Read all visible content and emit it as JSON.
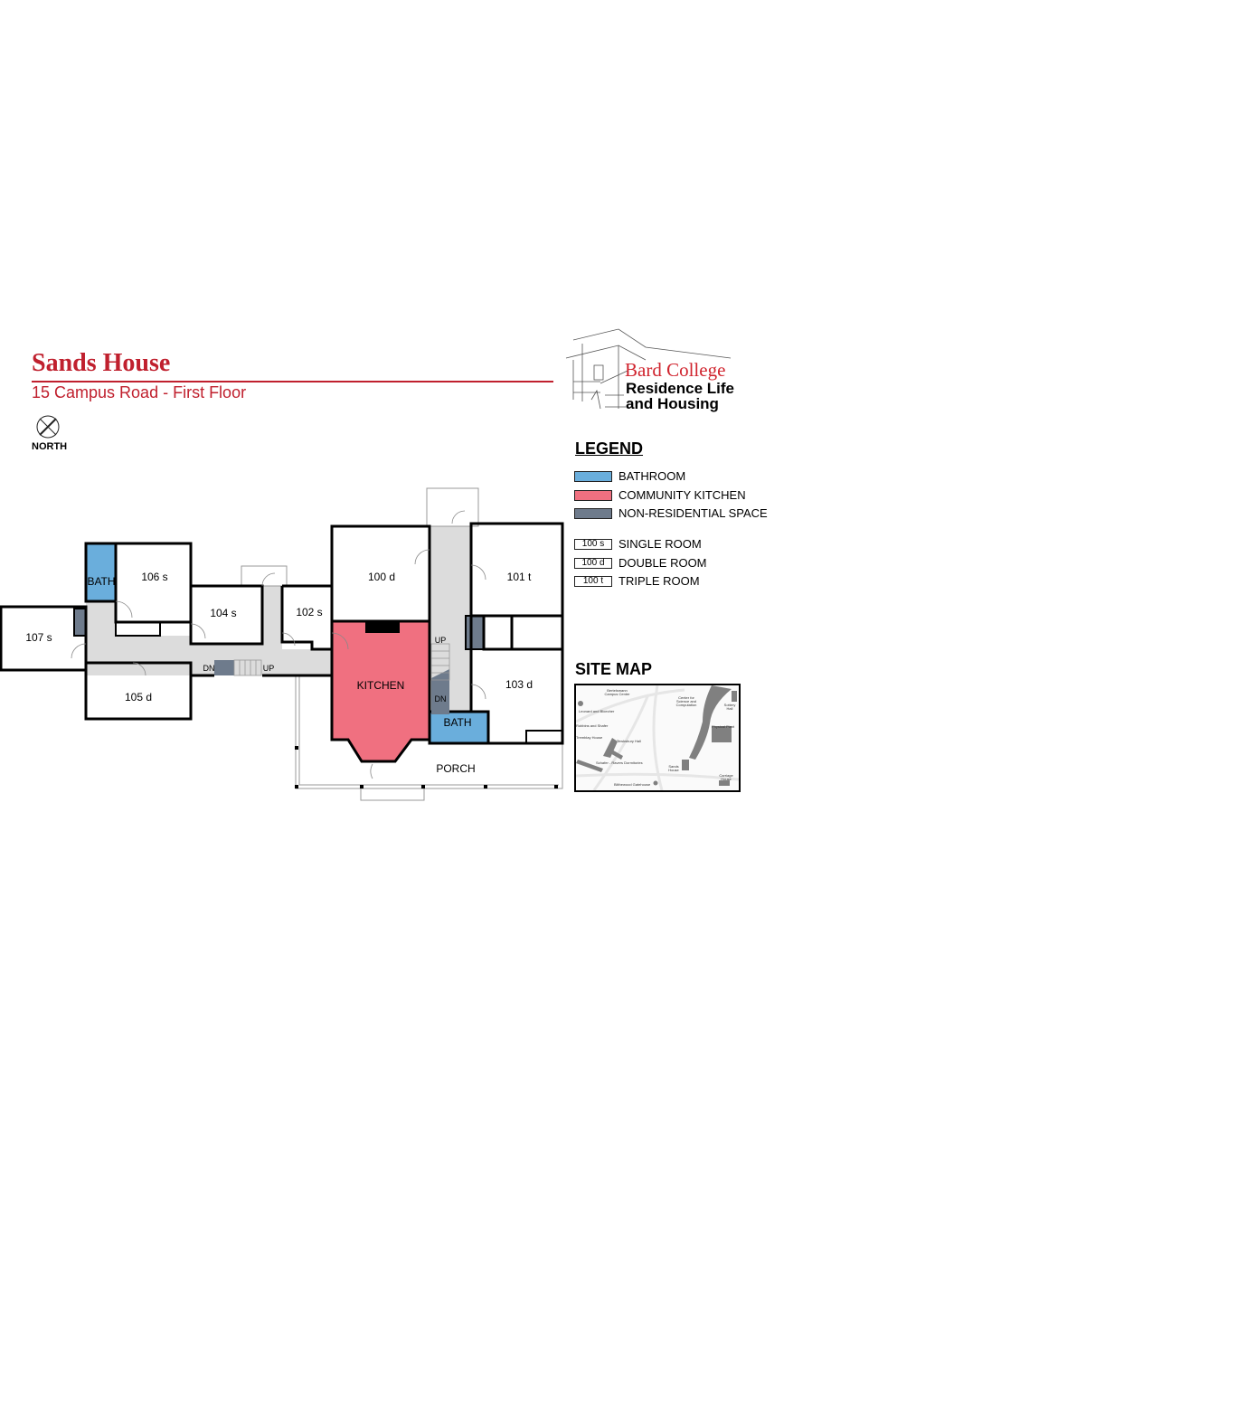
{
  "header": {
    "title": "Sands House",
    "subtitle": "15 Campus Road - First Floor",
    "north_label": "NORTH"
  },
  "logo": {
    "line1": "Bard College",
    "line2": "Residence Life",
    "line3": "and Housing"
  },
  "legend": {
    "title": "LEGEND",
    "colors": [
      {
        "label": "BATHROOM",
        "color": "#6aaedc"
      },
      {
        "label": "COMMUNITY KITCHEN",
        "color": "#f07080"
      },
      {
        "label": "NON-RESIDENTIAL SPACE",
        "color": "#6e7b8c"
      }
    ],
    "room_types": [
      {
        "code": "100 s",
        "label": "SINGLE ROOM"
      },
      {
        "code": "100 d",
        "label": "DOUBLE ROOM"
      },
      {
        "code": "100 t",
        "label": "TRIPLE ROOM"
      }
    ]
  },
  "site_map": {
    "title": "SITE MAP",
    "labels": [
      "Bertelsmann Campus Center",
      "Leonard and Bloecher",
      "Robbins and Shafer",
      "Tremblay House",
      "Tewksbury Hall",
      "Schafer - Ravers Dormitories",
      "Center for Science and Computation",
      "Physical Plant",
      "Sottery Hall",
      "Sands House",
      "Carriage House",
      "Blithewood Gatehouse"
    ]
  },
  "floor_plan": {
    "rooms": {
      "r107": "107 s",
      "r106": "106 s",
      "r104": "104 s",
      "r102": "102 s",
      "r105": "105 d",
      "r100": "100 d",
      "r101": "101 t",
      "r103": "103 d",
      "kitchen": "KITCHEN",
      "bath_west": "BATH",
      "bath_east": "BATH",
      "porch": "PORCH"
    },
    "stairs": {
      "dn_west": "DN",
      "up_west": "UP",
      "up_east": "UP",
      "dn_east": "DN"
    },
    "colors": {
      "kitchen": "#f07080",
      "bath": "#6aaedc",
      "nonres": "#6e7b8c",
      "corridor": "#dcdcdc",
      "accent": "#c0202e"
    }
  }
}
